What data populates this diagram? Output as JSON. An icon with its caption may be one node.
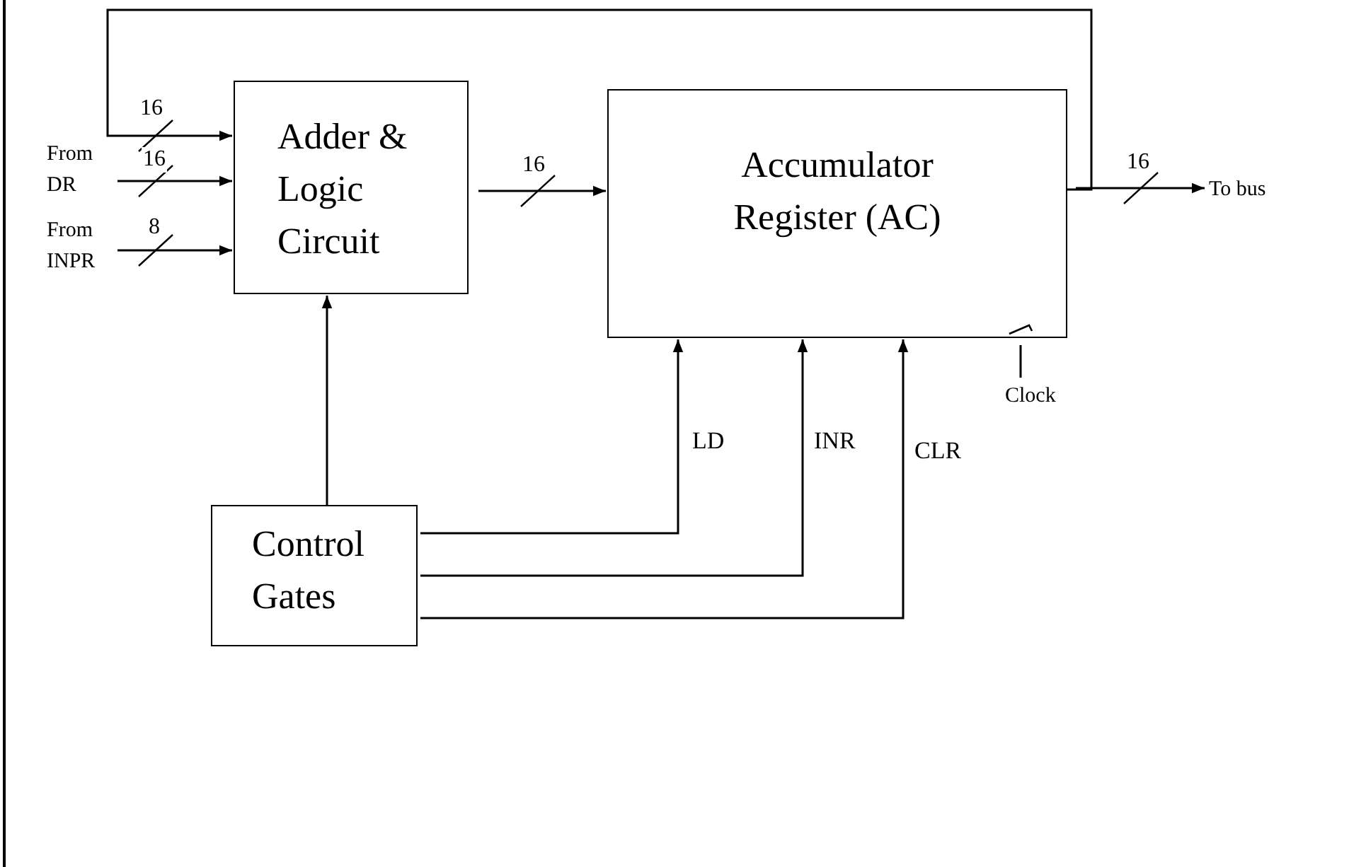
{
  "diagram": {
    "nodes": [
      {
        "text": [
          "Adder & Logic Circuit"
        ]
      },
      {
        "text": [
          "Accumulator Register (AC)"
        ]
      },
      {
        "text": [
          "Control Gates"
        ]
      },
      {
        "text": [
          "From DR"
        ]
      },
      {
        "text": [
          "From INPR"
        ]
      },
      {
        "text": [
          "To bus"
        ]
      },
      {
        "text": [
          "Clock"
        ]
      }
    ],
    "edges": [
      {
        "from": 1,
        "to": 0,
        "arrow": "to",
        "label": "16"
      },
      {
        "from": 3,
        "to": 0,
        "arrow": "to",
        "label": "16"
      },
      {
        "from": 4,
        "to": 0,
        "arrow": "to",
        "label": "8"
      },
      {
        "from": 0,
        "to": 1,
        "arrow": "to",
        "label": "16"
      },
      {
        "from": 1,
        "to": 5,
        "arrow": "to",
        "label": "16"
      },
      {
        "from": 2,
        "to": 0,
        "arrow": "to"
      },
      {
        "from": 2,
        "to": 1,
        "arrow": "to",
        "label": "LD"
      },
      {
        "from": 2,
        "to": 1,
        "arrow": "to",
        "label": "INR"
      },
      {
        "from": 2,
        "to": 1,
        "arrow": "to",
        "label": "CLR"
      },
      {
        "from": 6,
        "to": 1,
        "arrow": "none"
      }
    ]
  }
}
